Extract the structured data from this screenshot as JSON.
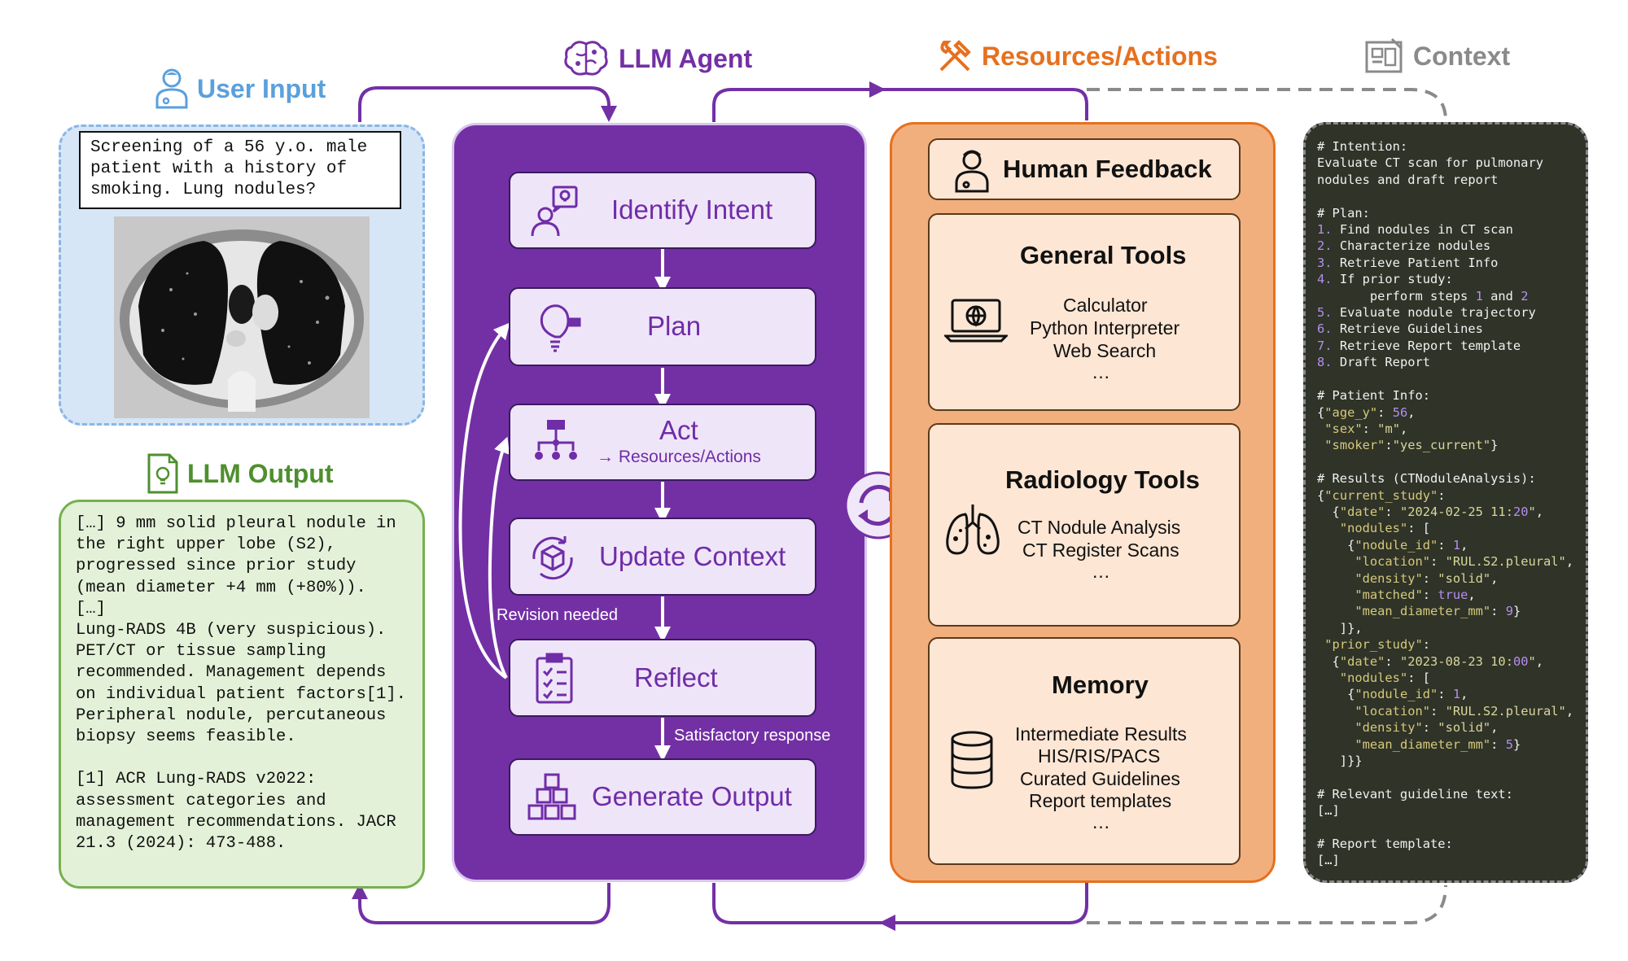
{
  "headers": {
    "user_input": "User Input",
    "llm_agent": "LLM Agent",
    "resources": "Resources/Actions",
    "context": "Context",
    "llm_output": "LLM Output"
  },
  "user_query": "Screening of a 56 y.o. male patient with a history of smoking. Lung nodules?",
  "llm_output_text": "[…] 9 mm solid pleural nodule in the right upper lobe (S2), progressed since prior study (mean diameter +4 mm (+80%)).\n[…]\nLung-RADS 4B (very suspicious). PET/CT or tissue sampling recommended. Management depends on individual patient factors[1]. Peripheral nodule, percutaneous biopsy seems feasible.\n\n[1] ACR Lung-RADS v2022: assessment categories and management recommendations. JACR 21.3 (2024): 473-488.",
  "agent_steps": [
    {
      "label": "Identify Intent",
      "icon": "person-idea-icon"
    },
    {
      "label": "Plan",
      "icon": "lightbulb-icon"
    },
    {
      "label": "Act",
      "sub": "→ Resources/Actions",
      "icon": "hierarchy-icon"
    },
    {
      "label": "Update Context",
      "icon": "cube-refresh-icon"
    },
    {
      "label": "Reflect",
      "icon": "clipboard-icon"
    },
    {
      "label": "Generate Output",
      "icon": "boxes-icon"
    }
  ],
  "flow_labels": {
    "revision": "Revision needed",
    "satisfactory": "Satisfactory response"
  },
  "resources": {
    "human_feedback": "Human Feedback",
    "general_tools": {
      "title": "General Tools",
      "items": [
        "Calculator",
        "Python Interpreter",
        "Web Search",
        "…"
      ]
    },
    "radiology_tools": {
      "title": "Radiology Tools",
      "items": [
        "CT Nodule Analysis",
        "CT Register Scans",
        "…"
      ]
    },
    "memory": {
      "title": "Memory",
      "items": [
        "Intermediate Results",
        "HIS/RIS/PACS",
        "Curated Guidelines",
        "Report templates",
        "…"
      ]
    }
  },
  "context_lines": [
    "# Intention:",
    "Evaluate CT scan for pulmonary",
    "nodules and draft report",
    "",
    "# Plan:",
    "1. Find nodules in CT scan",
    "2. Characterize nodules",
    "3. Retrieve Patient Info",
    "4. If prior study:",
    "       perform steps 1 and 2",
    "5. Evaluate nodule trajectory",
    "6. Retrieve Guidelines",
    "7. Retrieve Report template",
    "8. Draft Report",
    "",
    "# Patient Info:",
    "{\"age_y\": 56,",
    " \"sex\": \"m\",",
    " \"smoker\":\"yes_current\"}",
    "",
    "# Results (CTNoduleAnalysis):",
    "{\"current_study\":",
    "  {\"date\": \"2024-02-25 11:20\",",
    "   \"nodules\": [",
    "    {\"nodule_id\": 1,",
    "     \"location\": \"RUL.S2.pleural\",",
    "     \"density\": \"solid\",",
    "     \"matched\": true,",
    "     \"mean_diameter_mm\": 9}",
    "   ]},",
    " \"prior_study\":",
    "  {\"date\": \"2023-08-23 10:00\",",
    "   \"nodules\": [",
    "    {\"nodule_id\": 1,",
    "     \"location\": \"RUL.S2.pleural\",",
    "     \"density\": \"solid\",",
    "     \"mean_diameter_mm\": 5}",
    "   ]}}",
    "",
    "# Relevant guideline text:",
    "[…]",
    "",
    "# Report template:",
    "[…]"
  ],
  "colors": {
    "purple": "#7330a5",
    "orange": "#e6701f",
    "blue": "#5aa0dc",
    "green": "#4f8f2f",
    "gray": "#8a8a8a"
  }
}
